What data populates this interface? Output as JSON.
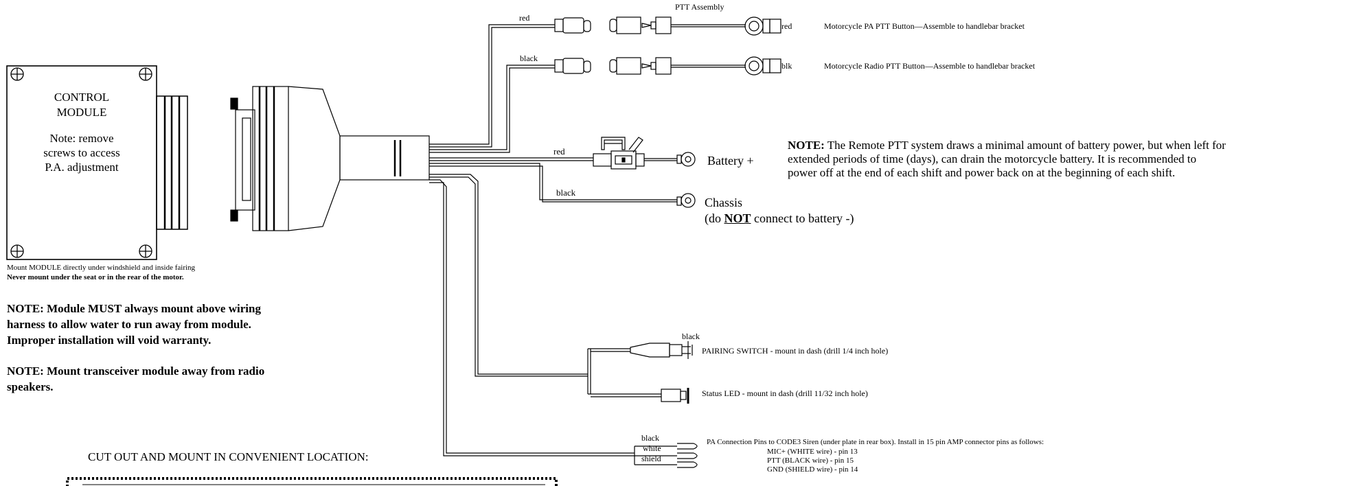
{
  "control_module": {
    "title_line1": "CONTROL",
    "title_line2": "MODULE",
    "note_line1": "Note: remove",
    "note_line2": "screws to access",
    "note_line3": "P.A. adjustment"
  },
  "mount_note": {
    "line1": "Mount MODULE directly under windshield and inside fairing",
    "line2": "Never mount under the seat or in the rear of the motor."
  },
  "note_module": {
    "line1": "NOTE: Module MUST always mount above wiring",
    "line2": "harness to allow water to run away from module.",
    "line3": "Improper installation will void warranty."
  },
  "note_transceiver": {
    "line1": "NOTE: Mount transceiver module away from radio",
    "line2": "speakers."
  },
  "cutout_label": "CUT OUT AND MOUNT IN CONVENIENT LOCATION:",
  "ptt": {
    "assembly_label": "PTT Assembly",
    "wire_red": "red",
    "wire_black": "black",
    "tag_red": "red",
    "tag_blk": "blk",
    "pa_button": "Motorcycle PA PTT Button—Assemble to handlebar bracket",
    "radio_button": "Motorcycle Radio PTT Button—Assemble to handlebar bracket"
  },
  "power": {
    "wire_red": "red",
    "wire_black": "black",
    "battery": "Battery +",
    "chassis": "Chassis",
    "chassis_note_pre": "(do ",
    "chassis_note_emph": "NOT",
    "chassis_note_post": " connect to battery -)"
  },
  "note_battery": {
    "label": "NOTE:",
    "line1": " The Remote PTT system draws a minimal amount of battery power, but when left for",
    "line2": "extended periods of time (days), can drain the motorcycle battery. It is recommended to",
    "line3": "power off at the end of each shift and power back on at the beginning of each shift."
  },
  "pairing": {
    "wire_black": "black",
    "switch": "PAIRING SWITCH - mount in dash (drill 1/4 inch hole)"
  },
  "status_led": "Status LED - mount in dash (drill 11/32 inch hole)",
  "pa_pins": {
    "wire_black": "black",
    "wire_white": "white",
    "wire_shield": "shield",
    "intro": "PA Connection Pins to CODE3 Siren (under plate in rear box). Install in 15 pin AMP connector pins as follows:",
    "pin_mic": "MIC+ (WHITE wire)  -  pin 13",
    "pin_ptt": "PTT   (BLACK wire)  -  pin 15",
    "pin_gnd": "GND (SHIELD wire)  -  pin 14"
  }
}
